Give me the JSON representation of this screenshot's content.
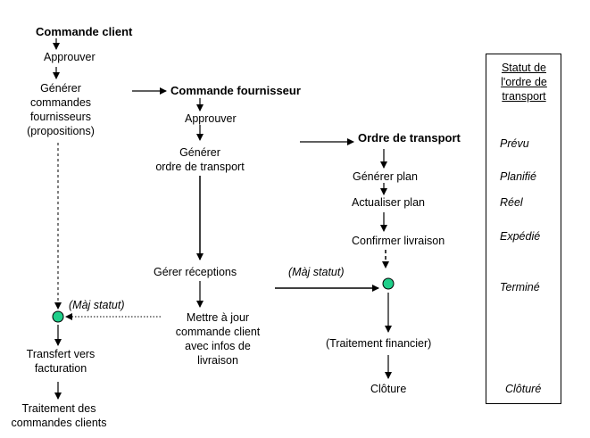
{
  "client": {
    "title": "Commande client",
    "approve": "Approuver",
    "generate": [
      "Générer",
      "commandes",
      "fournisseurs",
      "(propositions)"
    ],
    "update_status": "(Màj statut)",
    "transfer": [
      "Transfert vers",
      "facturation"
    ],
    "processing": [
      "Traitement des",
      "commandes clients"
    ]
  },
  "supplier": {
    "title": "Commande fournisseur",
    "approve": "Approuver",
    "generate": [
      "Générer",
      "ordre de transport"
    ],
    "receipts": "Gérer réceptions",
    "update": [
      "Mettre à jour",
      "commande client",
      "avec infos de",
      "livraison"
    ]
  },
  "transport": {
    "title": "Ordre de transport",
    "generate_plan": "Générer plan",
    "update_plan": "Actualiser plan",
    "confirm": "Confirmer livraison",
    "update_status": "(Màj statut)",
    "financial": "(Traitement financier)",
    "closure": "Clôture"
  },
  "status": {
    "header": [
      "Statut de",
      "l'ordre de",
      "transport"
    ],
    "values": [
      "Prévu",
      "Planifié",
      "Réel",
      "Expédié",
      "Terminé",
      "Clôturé"
    ]
  },
  "colors": {
    "node_fill": "#1fcf8a",
    "line": "#000000"
  }
}
